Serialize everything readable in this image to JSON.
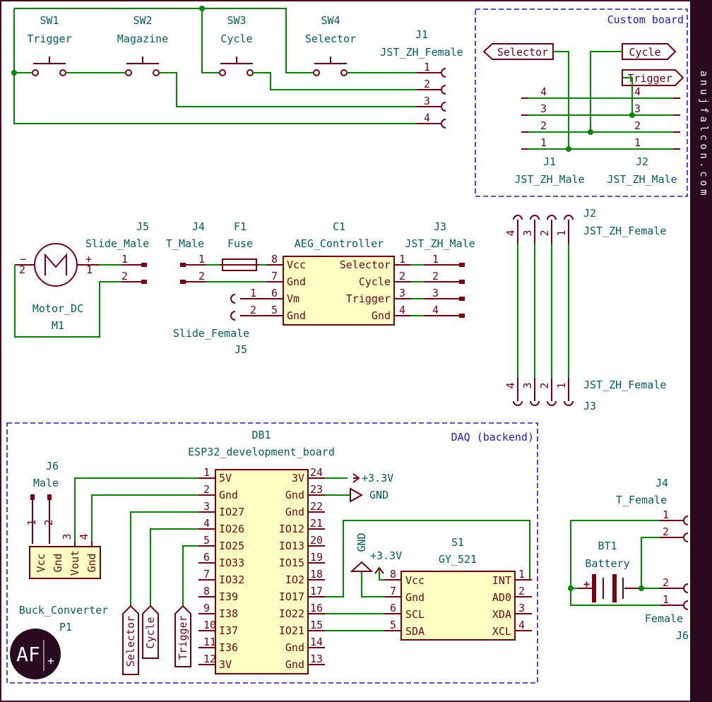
{
  "switches": [
    {
      "ref": "SW1",
      "label": "Trigger"
    },
    {
      "ref": "SW2",
      "label": "Magazine"
    },
    {
      "ref": "SW3",
      "label": "Cycle"
    },
    {
      "ref": "SW4",
      "label": "Selector"
    }
  ],
  "j1_female": {
    "ref": "J1",
    "value": "JST_ZH_Female",
    "pins": [
      "1",
      "2",
      "3",
      "4"
    ]
  },
  "custom_board": {
    "title": "Custom board",
    "labels": [
      "Selector",
      "Cycle",
      "Trigger"
    ],
    "j1": {
      "ref": "J1",
      "value": "JST_ZH_Male",
      "pins": [
        "4",
        "3",
        "2",
        "1"
      ]
    },
    "j2": {
      "ref": "J2",
      "value": "JST_ZH_Male",
      "pins": [
        "4",
        "3",
        "2",
        "1"
      ]
    }
  },
  "j2_j3": {
    "j2_ref": "J2",
    "j2_value": "JST_ZH_Female",
    "j3_ref": "J3",
    "j3_value": "JST_ZH_Female",
    "pins": [
      "4",
      "3",
      "2",
      "1"
    ]
  },
  "motor": {
    "ref": "M1",
    "value": "Motor_DC",
    "minus": "−",
    "plus": "+",
    "pin_minus": "2",
    "pin_plus": "1"
  },
  "j5_male": {
    "ref": "J5",
    "value": "Slide_Male",
    "pins": [
      "1",
      "2"
    ]
  },
  "j4_male": {
    "ref": "J4",
    "value": "T_Male",
    "pins": [
      "1",
      "2"
    ]
  },
  "fuse": {
    "ref": "F1",
    "value": "Fuse"
  },
  "j5_female": {
    "ref": "J5",
    "value": "Slide_Female",
    "pins": [
      "1",
      "2"
    ]
  },
  "controller": {
    "ref": "C1",
    "value": "AEG_Controller",
    "left": [
      {
        "n": "8",
        "name": "Vcc"
      },
      {
        "n": "7",
        "name": "Gnd"
      },
      {
        "n": "6",
        "name": "Vm"
      },
      {
        "n": "5",
        "name": "Gnd"
      }
    ],
    "right": [
      {
        "n": "1",
        "name": "Selector"
      },
      {
        "n": "2",
        "name": "Cycle"
      },
      {
        "n": "3",
        "name": "Trigger"
      },
      {
        "n": "4",
        "name": "Gnd"
      }
    ]
  },
  "j3_male": {
    "ref": "J3",
    "value": "JST_ZH_Male",
    "pins": [
      "1",
      "2",
      "3",
      "4"
    ]
  },
  "daq": {
    "title": "DAQ (backend)"
  },
  "esp32": {
    "ref": "DB1",
    "value": "ESP32_development_board",
    "left": [
      {
        "n": "1",
        "name": "5V"
      },
      {
        "n": "2",
        "name": "Gnd"
      },
      {
        "n": "3",
        "name": "IO27"
      },
      {
        "n": "4",
        "name": "IO26"
      },
      {
        "n": "5",
        "name": "IO25"
      },
      {
        "n": "6",
        "name": "IO33"
      },
      {
        "n": "7",
        "name": "IO32"
      },
      {
        "n": "8",
        "name": "I39"
      },
      {
        "n": "9",
        "name": "I38"
      },
      {
        "n": "10",
        "name": "I37"
      },
      {
        "n": "11",
        "name": "I36"
      },
      {
        "n": "12",
        "name": "3V"
      }
    ],
    "right": [
      {
        "n": "24",
        "name": "3V"
      },
      {
        "n": "23",
        "name": "Gnd"
      },
      {
        "n": "22",
        "name": "Gnd"
      },
      {
        "n": "21",
        "name": "IO12"
      },
      {
        "n": "20",
        "name": "IO13"
      },
      {
        "n": "19",
        "name": "IO15"
      },
      {
        "n": "18",
        "name": "IO2"
      },
      {
        "n": "17",
        "name": "IO17"
      },
      {
        "n": "16",
        "name": "IO22"
      },
      {
        "n": "15",
        "name": "IO21"
      },
      {
        "n": "14",
        "name": "Gnd"
      },
      {
        "n": "13",
        "name": "Gnd"
      }
    ]
  },
  "power": {
    "v33": "+3.3V",
    "gnd": "GND"
  },
  "j6_male": {
    "ref": "J6",
    "value": "Male",
    "pins": [
      "1",
      "2"
    ]
  },
  "buck": {
    "ref": "P1",
    "value": "Buck_Converter",
    "pins": [
      "1",
      "2",
      "3",
      "4"
    ],
    "names": [
      "Vcc",
      "Gnd",
      "Vout",
      "Gnd"
    ]
  },
  "daq_labels": [
    "Selector",
    "Cycle",
    "Trigger"
  ],
  "gy521": {
    "ref": "S1",
    "value": "GY_521",
    "left": [
      {
        "n": "8",
        "name": "Vcc"
      },
      {
        "n": "7",
        "name": "Gnd"
      },
      {
        "n": "6",
        "name": "SCL"
      },
      {
        "n": "5",
        "name": "SDA"
      }
    ],
    "right": [
      {
        "n": "1",
        "name": "INT"
      },
      {
        "n": "2",
        "name": "AD0"
      },
      {
        "n": "3",
        "name": "XDA"
      },
      {
        "n": "4",
        "name": "XCL"
      }
    ],
    "gnd_label": "GND",
    "v33_label": "+3.3V"
  },
  "j4_female": {
    "ref": "J4",
    "value": "T_Female",
    "pins": [
      "1",
      "2"
    ]
  },
  "battery": {
    "ref": "BT1",
    "value": "Battery",
    "plus": "+"
  },
  "j6_female": {
    "ref": "J6",
    "value": "Female",
    "pins": [
      "2",
      "1"
    ]
  },
  "side_text": "anujfalcon.com",
  "logo": {
    "letters": "AF",
    "plus": "+"
  }
}
